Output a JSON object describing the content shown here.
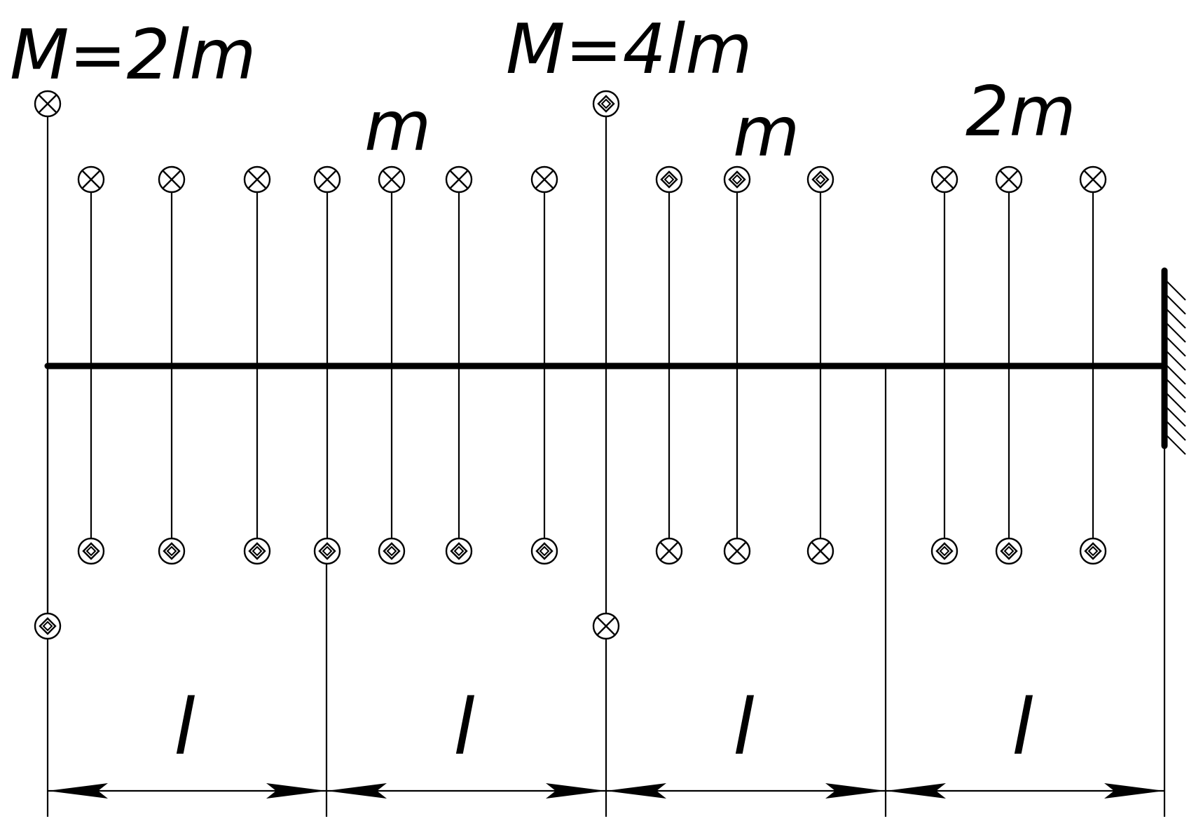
{
  "labels": {
    "moment_left": "M=2lm",
    "moment_center": "M=4lm",
    "load_group_1": "m",
    "load_group_2": "m",
    "load_group_3": "2m",
    "span_1": "l",
    "span_2": "l",
    "span_3": "l",
    "span_4": "l"
  },
  "couples": [
    {
      "group": "M",
      "top": "into",
      "bottom": "out"
    },
    {
      "group": "m",
      "top": "into",
      "bottom": "out"
    },
    {
      "group": "m",
      "top": "into",
      "bottom": "out"
    },
    {
      "group": "m",
      "top": "into",
      "bottom": "out"
    },
    {
      "group": "m",
      "top": "into",
      "bottom": "out"
    },
    {
      "group": "m",
      "top": "into",
      "bottom": "out"
    },
    {
      "group": "m",
      "top": "into",
      "bottom": "out"
    },
    {
      "group": "m",
      "top": "into",
      "bottom": "out"
    },
    {
      "group": "M",
      "top": "out",
      "bottom": "into"
    },
    {
      "group": "m",
      "top": "out",
      "bottom": "into"
    },
    {
      "group": "m",
      "top": "out",
      "bottom": "into"
    },
    {
      "group": "m",
      "top": "out",
      "bottom": "into"
    },
    {
      "group": "2m",
      "top": "into",
      "bottom": "out"
    },
    {
      "group": "2m",
      "top": "into",
      "bottom": "out"
    },
    {
      "group": "2m",
      "top": "into",
      "bottom": "out"
    }
  ],
  "support": "fixed-wall"
}
